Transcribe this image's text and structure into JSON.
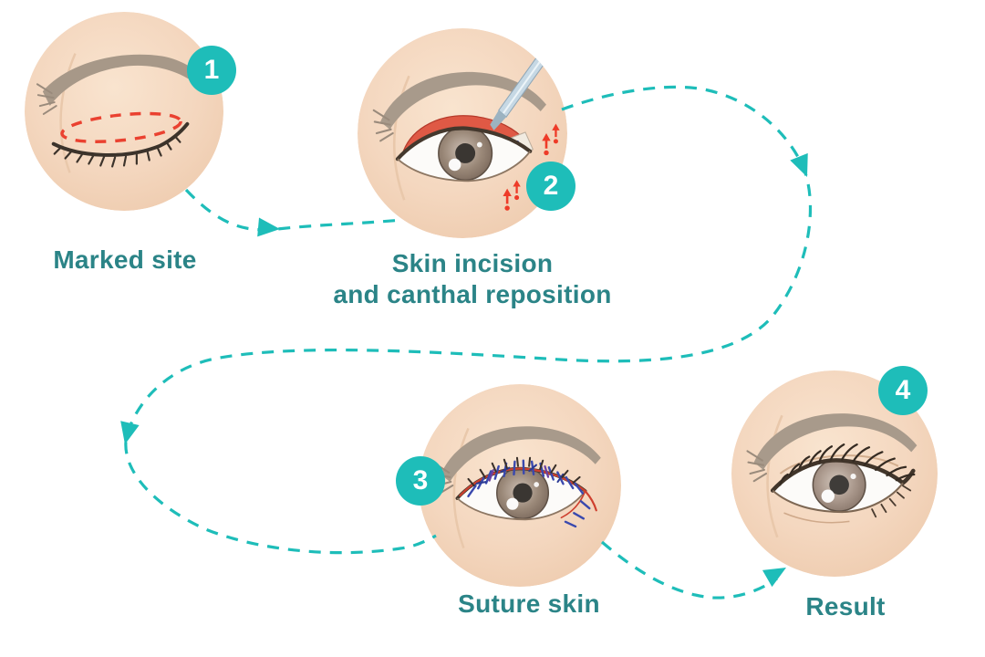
{
  "colors": {
    "accent_teal": "#1ebdb9",
    "label_teal": "#2b8487",
    "badge_number_white": "#ffffff",
    "skin_peach": "#f6dcc4",
    "skin_shade": "#eecbad",
    "eyebrow_taupe": "#a79888",
    "iris_brown": "#93806f",
    "marking_red": "#ea4130",
    "incision_red": "#df5945",
    "fat_orange": "#eea04f",
    "suture_blue": "#3a49ae",
    "tool_steel_blue": "#c6d8e4"
  },
  "steps": [
    {
      "number": "1",
      "label": "Marked site",
      "illustration": "closed-eye-with-dashed-incision-marking"
    },
    {
      "number": "2",
      "label": "Skin incision",
      "label_line2": "and canthal reposition",
      "illustration": "open-eye-with-incision-and-surgical-probe"
    },
    {
      "number": "3",
      "label": "Suture skin",
      "illustration": "open-eye-with-sutured-upper-lid"
    },
    {
      "number": "4",
      "label": "Result",
      "illustration": "healed-open-eye-with-lashes"
    }
  ]
}
